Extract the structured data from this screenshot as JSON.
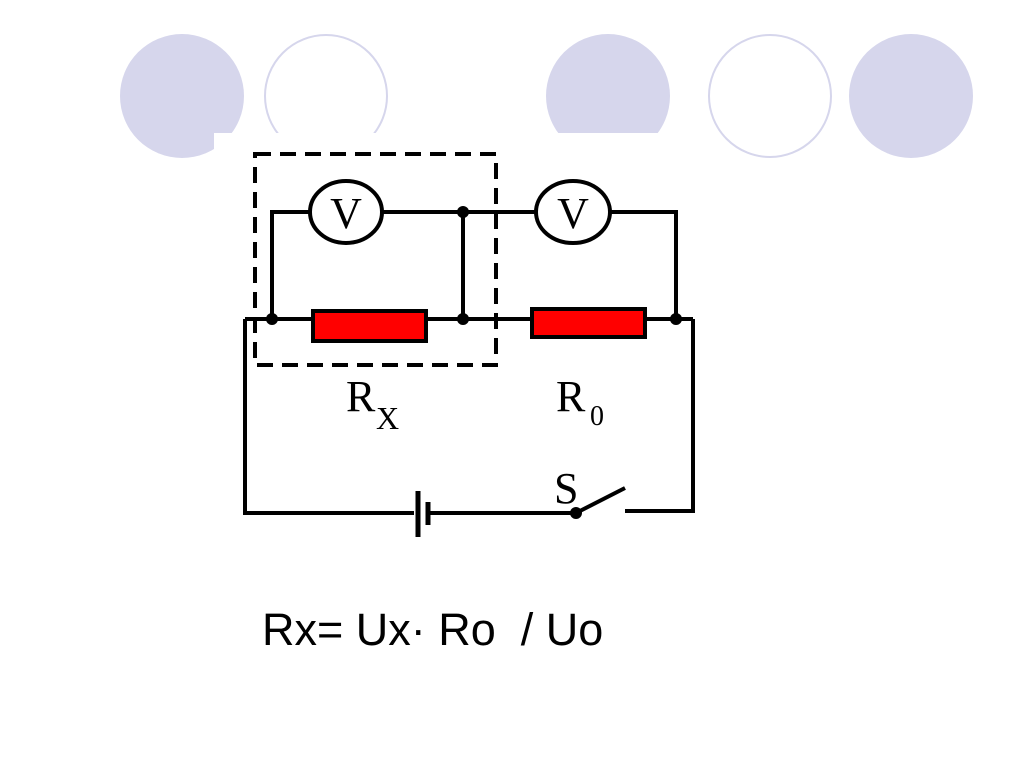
{
  "colors": {
    "circle_fill": "#d6d6ec",
    "resistor_fill": "#ff0000",
    "wire": "#000000"
  },
  "decorations": [
    {
      "style": "filled"
    },
    {
      "style": "ring"
    },
    {
      "style": "filled"
    },
    {
      "style": "ring"
    },
    {
      "style": "filled"
    }
  ],
  "diagram": {
    "voltmeter_symbol": "V",
    "voltmeter2_symbol": "V",
    "rx_letter": "R",
    "rx_subscript": "X",
    "r0_letter": "R",
    "r0_subscript": "0",
    "switch_label": "S"
  },
  "formula": {
    "text": "Rx= Ux· Ro  / Uo"
  }
}
